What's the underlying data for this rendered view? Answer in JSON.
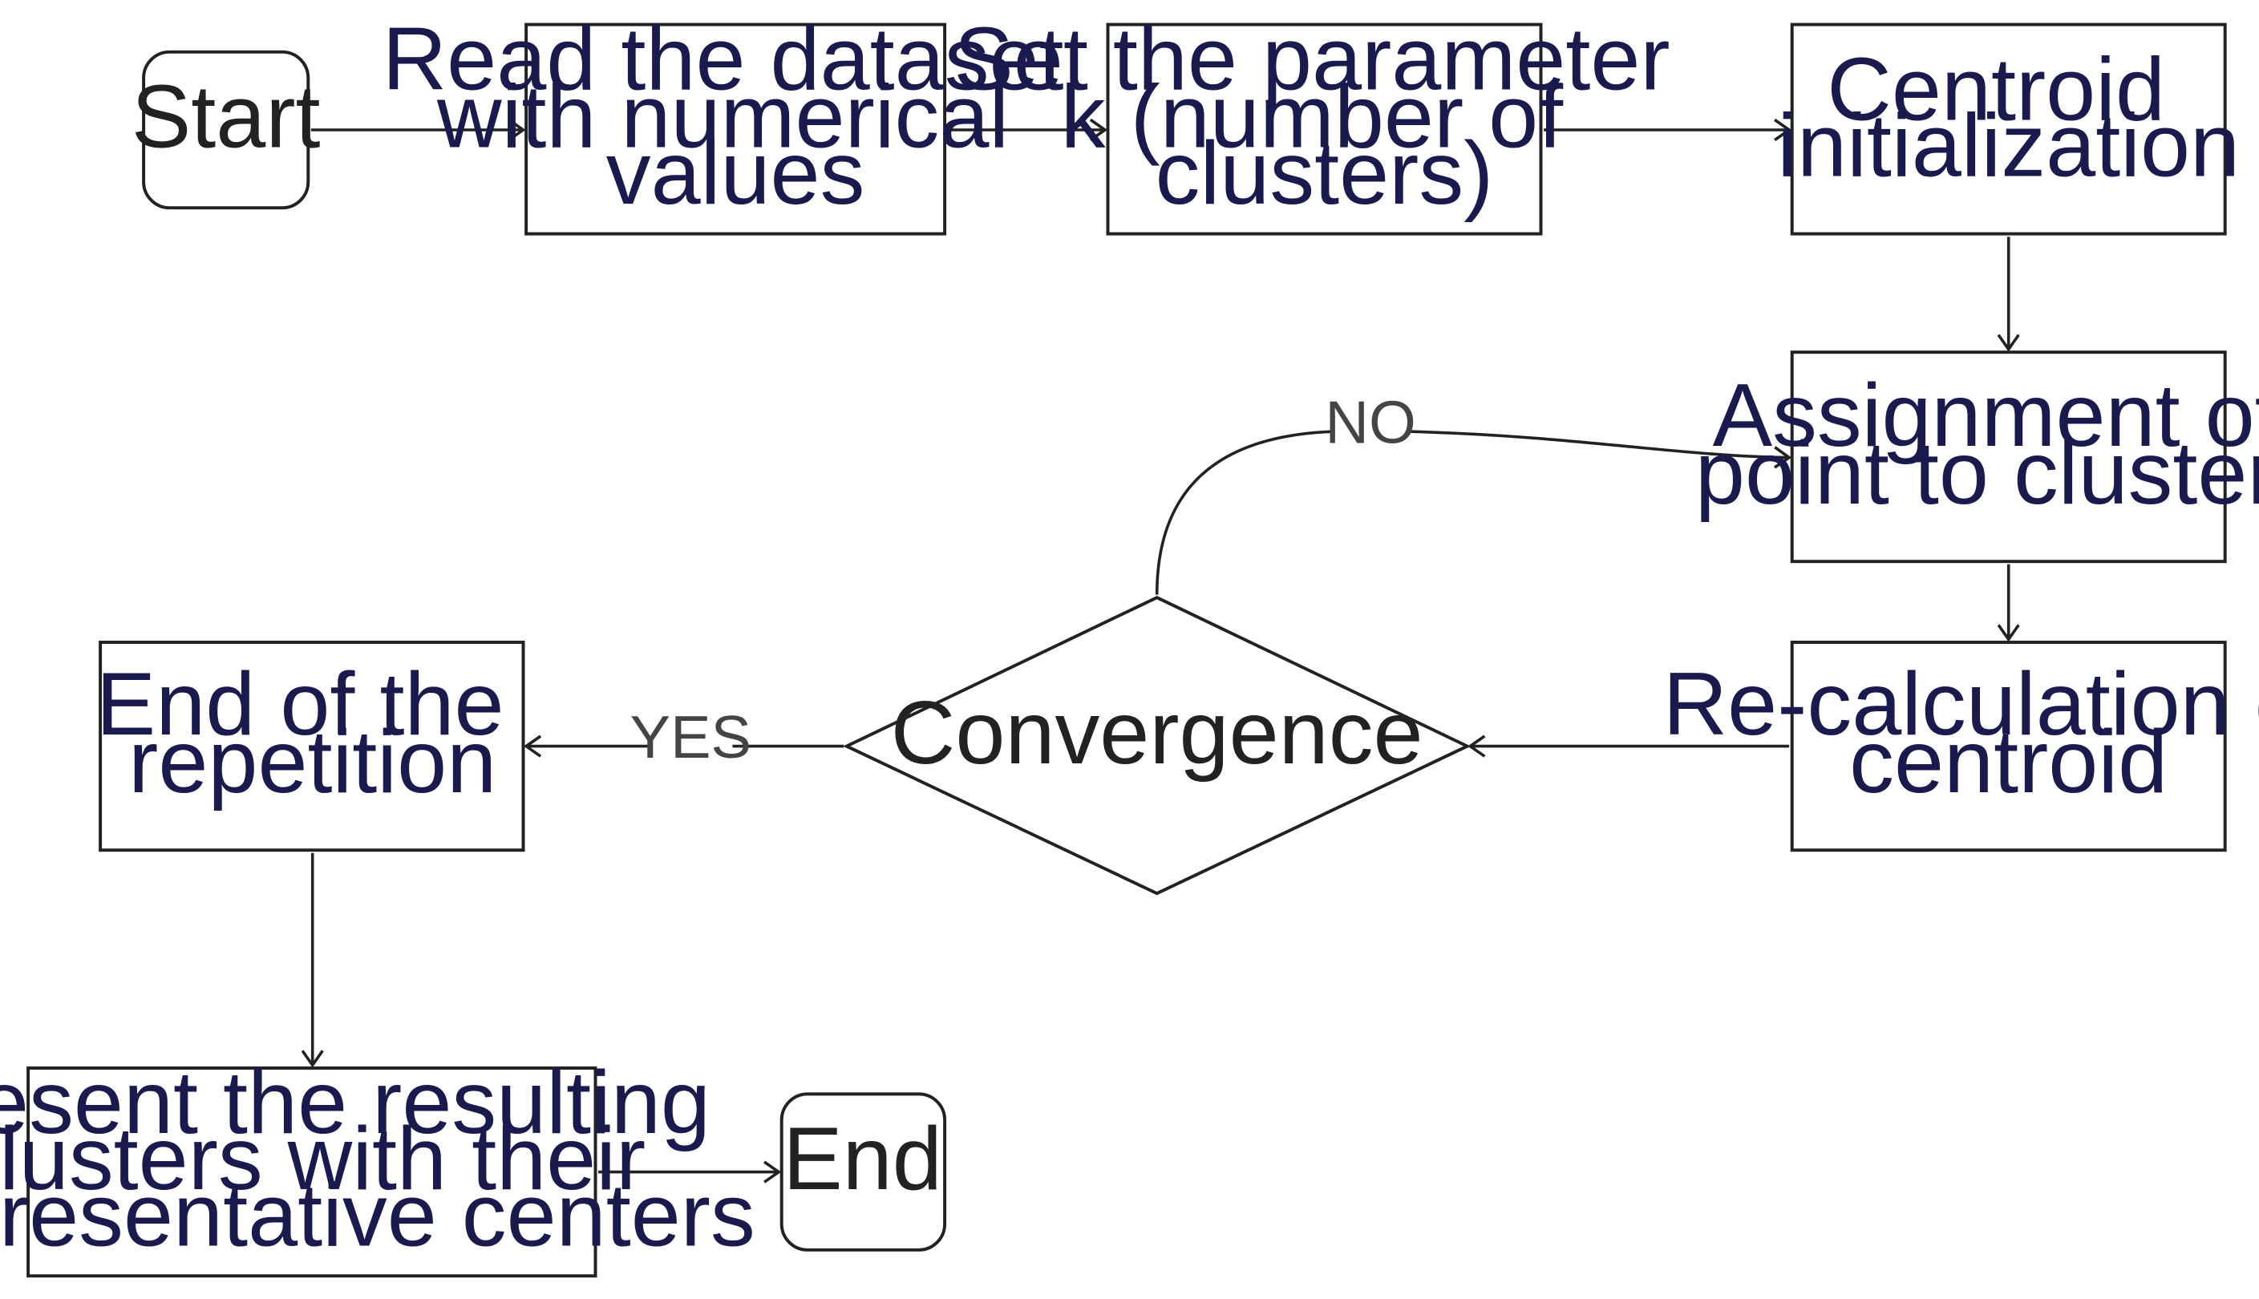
{
  "colors": {
    "stroke": "#222222",
    "node_text": "#1a1a4e",
    "terminal_text": "#222222",
    "edge_label": "#444444",
    "background": "#ffffff"
  },
  "nodes": {
    "start": {
      "label": "Start"
    },
    "read_dataset": {
      "lines": [
        "Read the dataset",
        "with numerical",
        "values"
      ]
    },
    "set_k": {
      "lines": [
        "Set the parameter",
        "k (number of",
        "clusters)"
      ]
    },
    "centroid_init": {
      "lines": [
        "Centroid",
        "initialization"
      ]
    },
    "assignment": {
      "lines": [
        "Assignment of",
        "point to clusters"
      ]
    },
    "recalculation": {
      "lines": [
        "Re-calculation of",
        "centroid"
      ]
    },
    "convergence": {
      "label": "Convergence"
    },
    "end_repetition": {
      "lines": [
        "End of the",
        "repetition"
      ]
    },
    "present_results": {
      "lines": [
        "Present the resulting",
        "clusters with their",
        "representative centers"
      ]
    },
    "end": {
      "label": "End"
    }
  },
  "edges": {
    "no_label": "NO",
    "yes_label": "YES"
  }
}
